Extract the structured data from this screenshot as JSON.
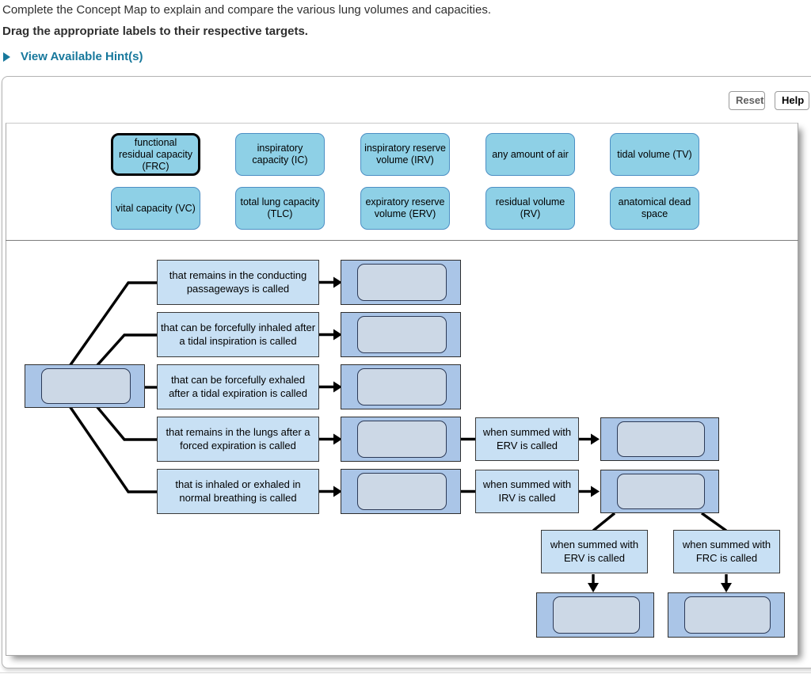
{
  "header": {
    "instruction": "Complete the Concept Map to explain and compare the various lung volumes and capacities.",
    "drag_instruction": "Drag the appropriate labels to their respective targets.",
    "hint_link": "View Available Hint(s)"
  },
  "toolbar": {
    "reset_label": "Reset",
    "help_label": "Help"
  },
  "label_bank": {
    "items": [
      {
        "label": "functional residual capacity (FRC)",
        "selected": true
      },
      {
        "label": "inspiratory capacity (IC)",
        "selected": false
      },
      {
        "label": "inspiratory reserve volume (IRV)",
        "selected": false
      },
      {
        "label": "any amount of air",
        "selected": false
      },
      {
        "label": "tidal volume (TV)",
        "selected": false
      },
      {
        "label": "vital capacity (VC)",
        "selected": false
      },
      {
        "label": "total lung capacity (TLC)",
        "selected": false
      },
      {
        "label": "expiratory reserve volume (ERV)",
        "selected": false
      },
      {
        "label": "residual volume (RV)",
        "selected": false
      },
      {
        "label": "anatomical dead space",
        "selected": false
      }
    ]
  },
  "map": {
    "root_target_value": "",
    "branch_prompts": [
      {
        "text": "that remains in the conducting passageways is called"
      },
      {
        "text": "that can be forcefully inhaled after a tidal inspiration is called"
      },
      {
        "text": "that can be forcefully exhaled after a tidal expiration is called"
      },
      {
        "text": "that remains in the lungs after a forced expiration is called"
      },
      {
        "text": "that is inhaled or exhaled in normal breathing is called"
      }
    ],
    "chain_prompts": [
      {
        "text": "when summed with ERV is called"
      },
      {
        "text": "when summed with IRV is called"
      }
    ],
    "bottom_prompts": [
      {
        "text": "when summed with ERV is called"
      },
      {
        "text": "when summed with FRC is called"
      }
    ]
  },
  "colors": {
    "accent_teal": "#17789c",
    "bank_fill": "#8ed0e6",
    "bank_border": "#4d8fc4",
    "prompt_fill": "#c8e0f4",
    "target_fill": "#aac5e7",
    "slot_fill": "#ccd8e6",
    "connector": "#000000"
  }
}
